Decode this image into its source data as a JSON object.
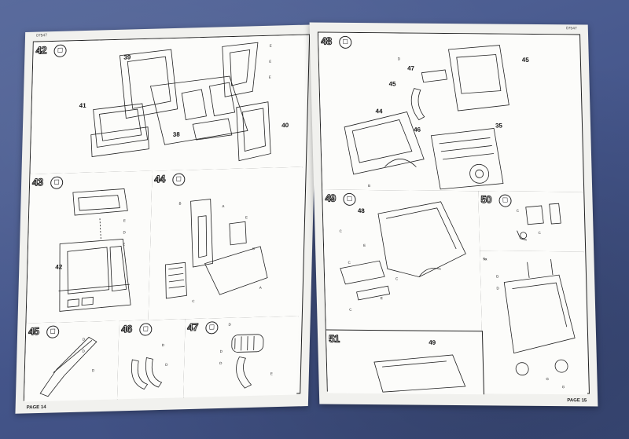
{
  "pages": {
    "left": {
      "code": "07547",
      "page_label": "PAGE 14",
      "steps": {
        "s42": {
          "number": "42",
          "parts": [
            "39",
            "41",
            "38",
            "40"
          ],
          "tag_a": "E",
          "tag_b": "E",
          "tag_c": "E"
        },
        "s43": {
          "number": "43",
          "parts": [
            "42"
          ],
          "tag_a": "E",
          "tag_b": "D",
          "tag_c": "E"
        },
        "s44": {
          "number": "44",
          "tag_a": "B",
          "tag_b": "A",
          "tag_c": "E",
          "tag_d": "C",
          "tag_e": "C",
          "tag_f": "A"
        },
        "s45": {
          "number": "45",
          "tag_a": "D",
          "tag_b": "D",
          "tag_c": "D"
        },
        "s46": {
          "number": "46",
          "tag_a": "D",
          "tag_b": "D"
        },
        "s47": {
          "number": "47",
          "tag_a": "D",
          "tag_b": "D",
          "tag_c": "D",
          "tag_d": "E"
        }
      }
    },
    "right": {
      "code": "07547",
      "page_label": "PAGE 15",
      "steps": {
        "s48": {
          "number": "48",
          "parts": [
            "45",
            "47",
            "45",
            "44",
            "46",
            "35"
          ],
          "tag_a": "D",
          "tag_b": "B"
        },
        "s49": {
          "number": "49",
          "parts": [
            "48"
          ],
          "tag_a": "C",
          "tag_b": "E",
          "tag_c": "C",
          "tag_d": "C",
          "tag_e": "E",
          "tag_f": "C"
        },
        "s50": {
          "number": "50",
          "tag_a": "C",
          "tag_b": "C"
        },
        "s51": {
          "number": "51",
          "parts": [
            "49"
          ],
          "tag_a": "D",
          "tag_b": "D",
          "tag_c": "G",
          "tag_d": "G",
          "badge": "5x"
        }
      }
    }
  },
  "colors": {
    "paper": "#fbfbf9",
    "ink": "#222222",
    "cloth": "#4a5a8a"
  }
}
